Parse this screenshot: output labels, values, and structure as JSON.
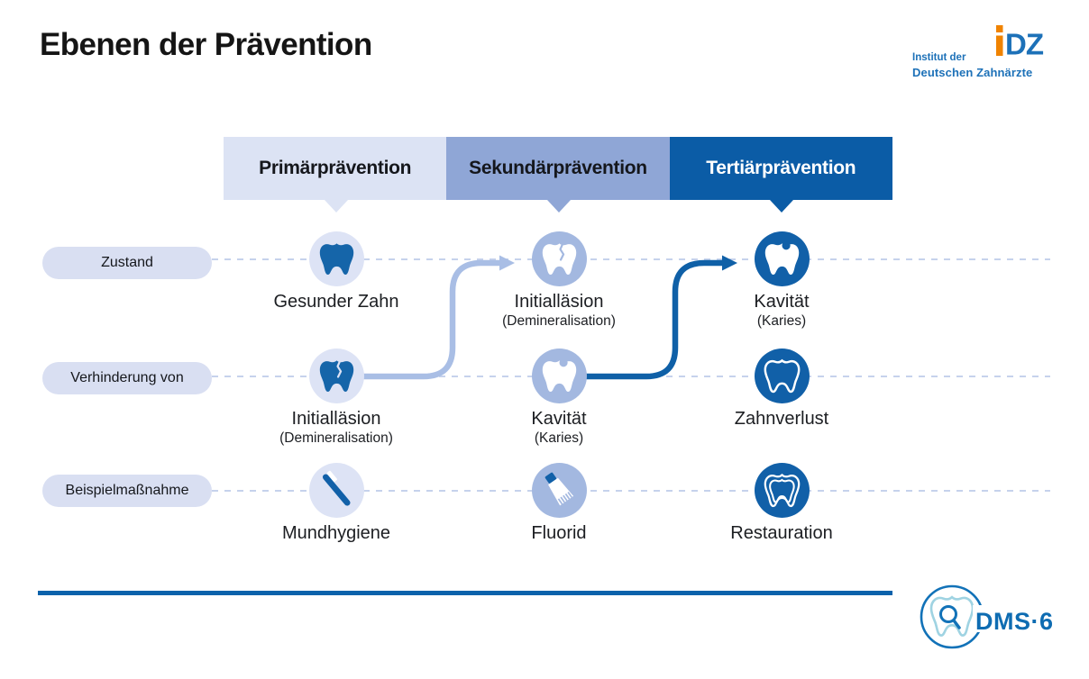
{
  "title": "Ebenen der Prävention",
  "idz": {
    "mark_i": "i",
    "mark_dz": "DZ",
    "line1": "Institut der",
    "line2": "Deutschen Zahnärzte"
  },
  "columns": [
    {
      "label": "Primärprävention"
    },
    {
      "label": "Sekundärprävention"
    },
    {
      "label": "Tertiärprävention"
    }
  ],
  "rows": [
    {
      "label": "Zustand"
    },
    {
      "label": "Verhinderung von"
    },
    {
      "label": "Beispielmaßnahme"
    }
  ],
  "cells": [
    {
      "row": "Zustand",
      "column": "Primärprävention",
      "icon": "tooth-healthy-icon",
      "title": "Gesunder Zahn",
      "subtitle": ""
    },
    {
      "row": "Zustand",
      "column": "Sekundärprävention",
      "icon": "tooth-initial-lesion-icon",
      "title": "Initialläsion",
      "subtitle": "(Demineralisation)"
    },
    {
      "row": "Zustand",
      "column": "Tertiärprävention",
      "icon": "tooth-cavity-icon",
      "title": "Kavität",
      "subtitle": "(Karies)"
    },
    {
      "row": "Verhinderung von",
      "column": "Primärprävention",
      "icon": "tooth-initial-lesion-icon",
      "title": "Initialläsion",
      "subtitle": "(Demineralisation)"
    },
    {
      "row": "Verhinderung von",
      "column": "Sekundärprävention",
      "icon": "tooth-cavity-icon",
      "title": "Kavität",
      "subtitle": "(Karies)"
    },
    {
      "row": "Verhinderung von",
      "column": "Tertiärprävention",
      "icon": "tooth-loss-icon",
      "title": "Zahnverlust",
      "subtitle": ""
    },
    {
      "row": "Beispielmaßnahme",
      "column": "Primärprävention",
      "icon": "toothbrush-icon",
      "title": "Mundhygiene",
      "subtitle": ""
    },
    {
      "row": "Beispielmaßnahme",
      "column": "Sekundärprävention",
      "icon": "toothpaste-icon",
      "title": "Fluorid",
      "subtitle": ""
    },
    {
      "row": "Beispielmaßnahme",
      "column": "Tertiärprävention",
      "icon": "tooth-restored-icon",
      "title": "Restauration",
      "subtitle": ""
    }
  ],
  "footer": {
    "dms_label": "DMS·6"
  },
  "colors": {
    "primary_header_bg": "#dce3f4",
    "secondary_header_bg": "#8fa6d6",
    "tertiary_header_bg": "#0b5ca6",
    "dark_blue": "#1160a8",
    "medium_blue": "#a3b8e0",
    "light_blue": "#dde3f5",
    "pill_bg": "#d9dff2",
    "dash_color": "#c6d2ec",
    "arrow_light": "#a9bee5",
    "idz_blue": "#1d71b8",
    "idz_orange": "#f08300",
    "dms_blue": "#0e6cb2",
    "dms_tooth_outline": "#9fd3e2"
  }
}
